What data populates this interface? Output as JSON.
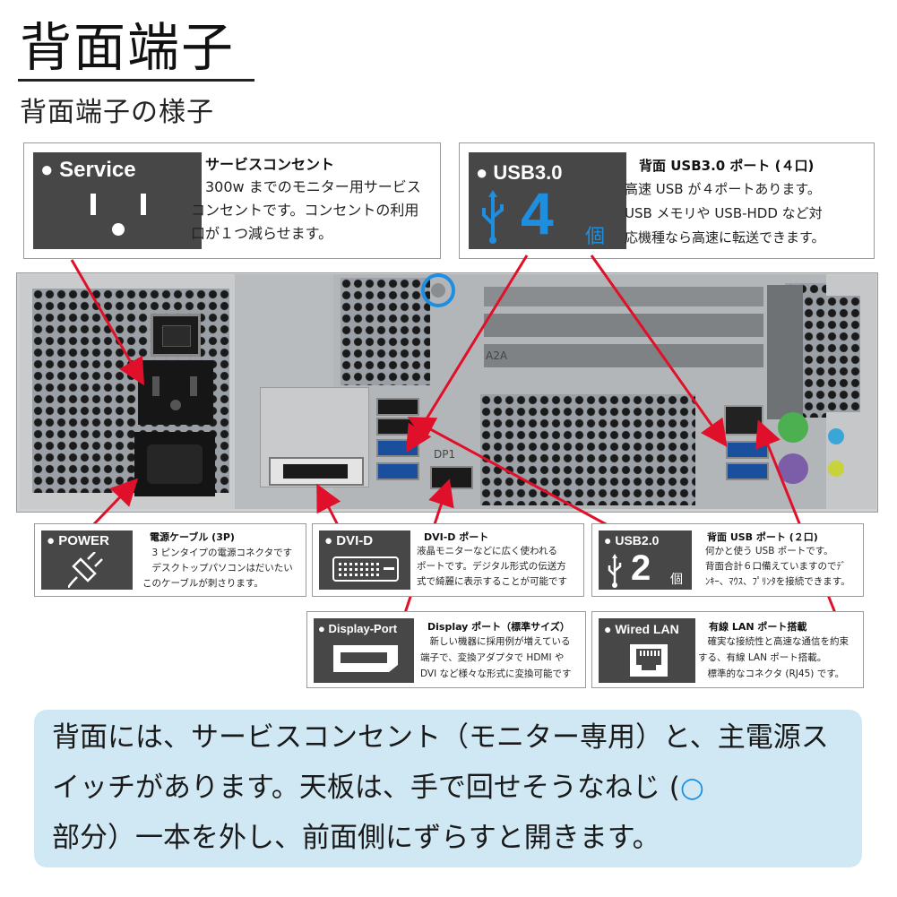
{
  "header": {
    "title": "背面端子",
    "subtitle": "背面端子の様子"
  },
  "callouts": {
    "service": {
      "tile_label": "● Service",
      "heading": "サービスコンセント",
      "body": "　300w までのモニター用サービス\nコンセントです。コンセントの利用\n口が１つ減らせます。"
    },
    "usb3": {
      "tile_label": "● USB3.0",
      "count": "4",
      "unit": "個",
      "heading": "背面 USB3.0 ポート (４口)",
      "body": "高速 USB が４ポートあります。\nUSB メモリや USB-HDD など対\n応機種なら高速に転送できます。"
    },
    "power": {
      "tile_label": "● POWER",
      "heading": "電源ケーブル (3P)",
      "body": "　3 ピンタイプの電源コネクタです\n　デスクトップパソコンはだいたい\nこのケーブルが刺さります。"
    },
    "dvi": {
      "tile_label": "● DVI-D",
      "heading": "DVI-D ポート",
      "body": "液晶モニターなどに広く使われる\nポートです。デジタル形式の伝送方\n式で綺麗に表示することが可能です"
    },
    "usb2": {
      "tile_label": "● USB2.0",
      "count": "2",
      "unit": "個",
      "heading": "背面 USB ポート (２口)",
      "body": "何かと使う USB ポートです。\n背面合計６口備えていますのでﾃﾞ\nﾝｷｰ、ﾏｳｽ、ﾌﾟﾘﾝﾀを接続できます。"
    },
    "displayport": {
      "tile_label": "● Display-Port",
      "heading": "Display ポート（標準サイズ）",
      "body": "　新しい機器に採用例が増えている\n端子で、変換アダプタで HDMI や\nDVI など様々な形式に変換可能です"
    },
    "lan": {
      "tile_label": "● Wired LAN",
      "heading": "有線 LAN ポート搭載",
      "body": "　確実な接続性と高速な通信を約束\nする、有線 LAN ポート搭載。\n　標準的なコネクタ (RJ45) です。"
    }
  },
  "photo": {
    "label_dp": "DP1",
    "label_slot": "A2A"
  },
  "note": {
    "text_before": "背面には、サービスコンセント（モニター専用）と、主電源スイッチがあります。天板は、手で回せそうなねじ (",
    "circle_glyph": "○",
    "text_after": "部分）一本を外し、前面側にずらすと開きます。"
  },
  "colors": {
    "arrow_red": "#e0102a",
    "accent_blue": "#1e8fe0",
    "tile_gray": "#474747",
    "note_bg": "#cfe8f4"
  }
}
